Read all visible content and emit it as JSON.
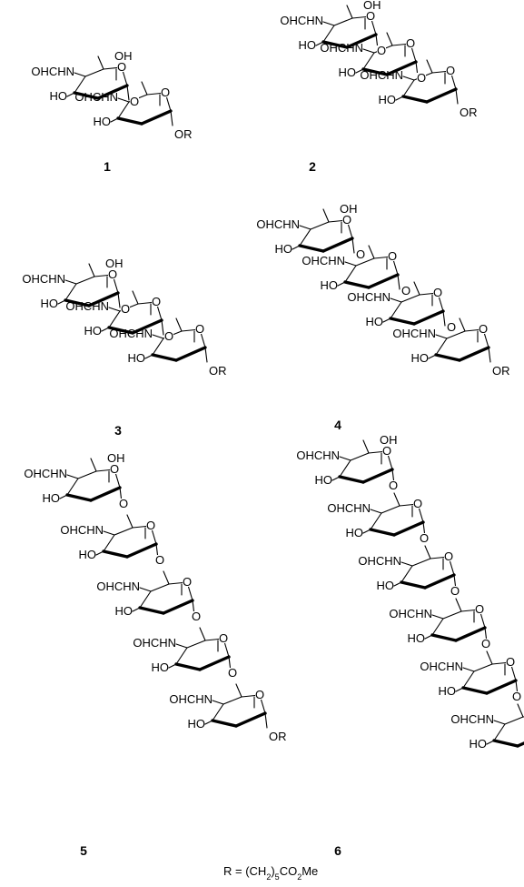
{
  "figure": {
    "compounds": [
      {
        "number": "1",
        "units": 2
      },
      {
        "number": "2",
        "units": 3
      },
      {
        "number": "3",
        "units": 3
      },
      {
        "number": "4",
        "units": 4
      },
      {
        "number": "5",
        "units": 5
      },
      {
        "number": "6",
        "units": 6
      }
    ],
    "labels": {
      "nhcho": "OHCHN",
      "nhcho_alt": "OHCHN",
      "ho": "HO",
      "oh": "OH",
      "ring_o": "O",
      "or": "OR"
    },
    "footer": {
      "prefix": "R = (CH",
      "sub1": "2",
      "mid": ")",
      "sub2": "5",
      "suffix": "CO",
      "sub3": "2",
      "end": "Me"
    }
  }
}
